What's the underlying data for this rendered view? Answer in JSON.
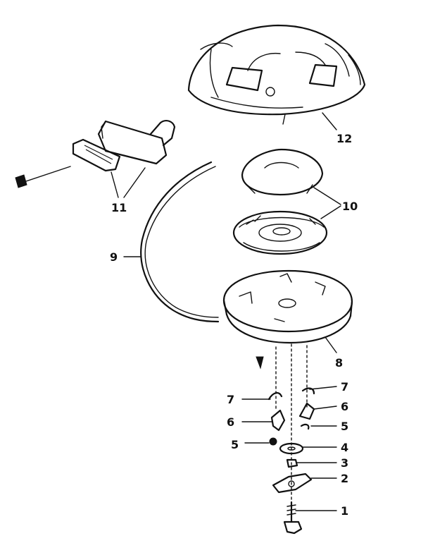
{
  "colors": {
    "ink": "#111111",
    "paper": "#ffffff"
  },
  "callouts": {
    "c1": "1",
    "c2": "2",
    "c3": "3",
    "c4": "4",
    "c5_right": "5",
    "c5_left": "5",
    "c6_right": "6",
    "c6_left": "6",
    "c7_right": "7",
    "c7_left": "7",
    "c8": "8",
    "c9": "9",
    "c10": "10",
    "c11": "11",
    "c12": "12"
  }
}
